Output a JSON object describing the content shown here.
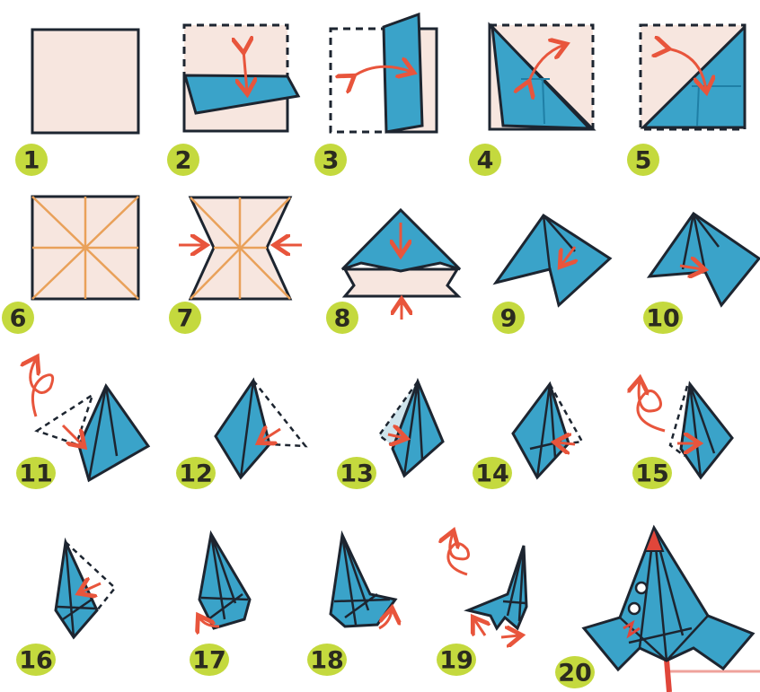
{
  "colors": {
    "paper_blue": "#3aa3c9",
    "paper_blue_dark": "#1f7fa6",
    "paper_back": "#f7e6df",
    "outline": "#1d2530",
    "arrow": "#e8553c",
    "badge": "#c4d93e",
    "crease": "#e9a15a",
    "rocket_tip": "#e0463a"
  },
  "steps": [
    {
      "number": "1"
    },
    {
      "number": "2"
    },
    {
      "number": "3"
    },
    {
      "number": "4"
    },
    {
      "number": "5"
    },
    {
      "number": "6"
    },
    {
      "number": "7"
    },
    {
      "number": "8"
    },
    {
      "number": "9"
    },
    {
      "number": "10"
    },
    {
      "number": "11"
    },
    {
      "number": "12"
    },
    {
      "number": "13"
    },
    {
      "number": "14"
    },
    {
      "number": "15"
    },
    {
      "number": "16"
    },
    {
      "number": "17"
    },
    {
      "number": "18"
    },
    {
      "number": "19"
    },
    {
      "number": "20"
    }
  ]
}
